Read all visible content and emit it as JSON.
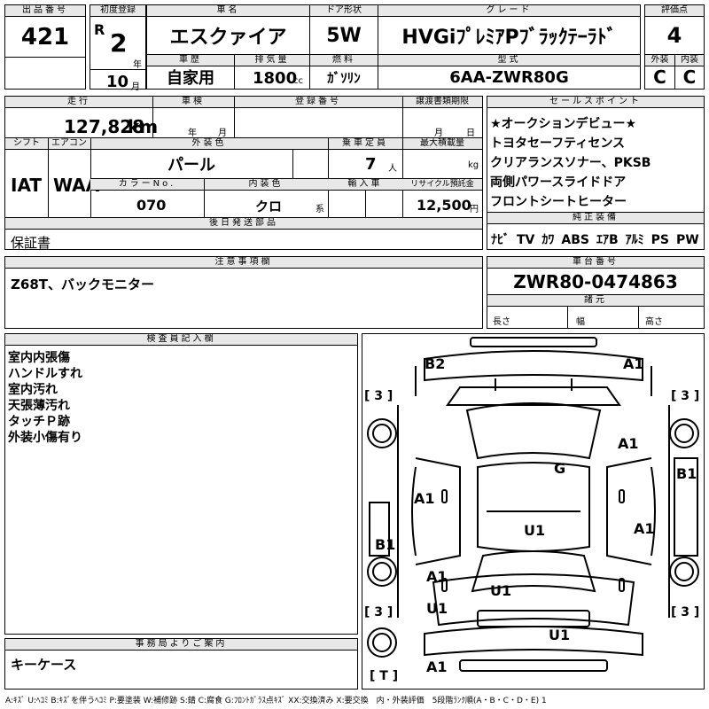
{
  "top": {
    "lot_no_label": "出品番号",
    "lot_no": "421",
    "reg_label": "初度登録",
    "era": "R",
    "year": "2",
    "year_unit": "年",
    "month": "10",
    "month_unit": "月",
    "name_label": "車名",
    "name": "エスクァイア",
    "door_label": "ドア形状",
    "door": "5W",
    "grade_label": "グレード",
    "grade": "HVGiﾌﾟﾚﾐｱPﾌﾞﾗｯｸﾃｰﾗﾄﾞ",
    "score_label": "評価点",
    "score": "4",
    "history_label": "車歴",
    "history": "自家用",
    "disp_label": "排気量",
    "disp": "1800",
    "disp_unit": "cc",
    "fuel_label": "燃料",
    "fuel": "ｶﾞｿﾘﾝ",
    "model_label": "型式",
    "model": "6AA-ZWR80G",
    "ext_label": "外装",
    "ext": "C",
    "int_label": "内装",
    "int": "C"
  },
  "mid": {
    "mileage_label": "走行",
    "mileage": "127,828",
    "mileage_unit": "km",
    "inspection_label": "車検",
    "insp_year_unit": "年",
    "insp_month_unit": "月",
    "regno_label": "登録番号",
    "transfer_label": "譲渡書類期限",
    "transfer_month_unit": "月",
    "transfer_day_unit": "日",
    "shift_label": "シフト",
    "shift": "IAT",
    "ac_label": "エアコン",
    "ac": "WAA",
    "color_label": "外装色",
    "color": "パール",
    "capacity_label": "乗車定員",
    "capacity": "7",
    "capacity_unit": "人",
    "load_label": "最大積載量",
    "load_unit": "kg",
    "colorno_label": "カラーNo.",
    "colorno": "070",
    "intcolor_label": "内装色",
    "intcolor": "クロ",
    "intcolor_unit": "系",
    "import_label": "輸入車",
    "recycle_label": "リサイクル預託金",
    "recycle": "12,500",
    "recycle_unit": "円",
    "later_label": "後日発送部品",
    "later": "保証書"
  },
  "sales": {
    "label": "セールスポイント",
    "items": [
      "★オークションデビュー★",
      "トヨタセーフティセンス",
      "クリアランスソナー、PKSB",
      "両側パワースライドドア",
      "フロントシートヒーター"
    ],
    "equip_label": "純正装備",
    "equip": [
      "ﾅﾋﾞ",
      "TV",
      "ｶﾜ",
      "ABS",
      "ｴｱB",
      "ｱﾙﾐ",
      "PS",
      "PW"
    ]
  },
  "notes": {
    "label": "注意事項欄",
    "text": "Z68T、バックモニター"
  },
  "chassis": {
    "label": "車台番号",
    "value": "ZWR80-0474863",
    "specs_label": "諸元",
    "length": "長さ",
    "width": "幅",
    "height": "高さ"
  },
  "inspector": {
    "label": "検査員記入欄",
    "lines": [
      "室内内張傷",
      "ハンドルすれ",
      "室内汚れ",
      "天張薄汚れ",
      "タッチＰ跡",
      "外装小傷有り"
    ]
  },
  "office": {
    "label": "事務局よりご案内",
    "text": "キーケース"
  },
  "diagram": {
    "marks": [
      "B2",
      "A1",
      "A1",
      "G",
      "B1",
      "A1",
      "A1",
      "B1",
      "U1",
      "A1",
      "A1",
      "U1",
      "U1",
      "U1",
      "A1"
    ],
    "tires": [
      "[ 3 ]",
      "[ 3 ]",
      "[ 3 ]",
      "[ 3 ]",
      "[ T ]"
    ]
  },
  "legend": "A:ｷｽﾞ U:ﾍｺﾐ B:ｷｽﾞを伴うﾍｺﾐ P:要塗装 W:補修跡 S:錆 C:腐食 G:ﾌﾛﾝﾄｶﾞﾗｽ点ｷｽﾞ XX:交換済み X:要交換　内・外装評価　5段階ﾗﾝｸ順(A・B・C・D・E) 1"
}
